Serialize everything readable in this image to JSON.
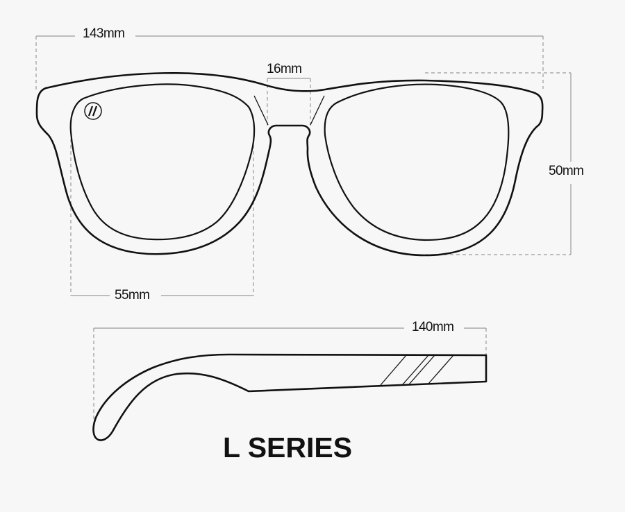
{
  "diagram": {
    "title": "L SERIES",
    "subject": "sunglasses size chart",
    "front_view": {
      "total_width": "143mm",
      "bridge_width": "16mm",
      "lens_height": "50mm",
      "lens_width": "55mm",
      "logo_glyph": "//"
    },
    "side_view": {
      "temple_length": "140mm"
    },
    "colors": {
      "background": "#f7f7f7",
      "outline": "#111111",
      "dimension_lines": "#9a9a9a"
    }
  }
}
